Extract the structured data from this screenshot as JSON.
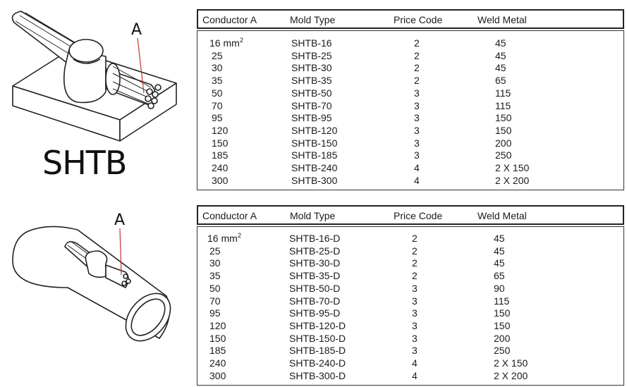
{
  "tables": [
    {
      "headers": {
        "conductor": "Conductor A",
        "mold": "Mold Type",
        "price": "Price Code",
        "weld": "Weld Metal"
      },
      "rows": [
        {
          "conductor": "16 mm",
          "sup": "2",
          "mold": "SHTB-16",
          "price": "2",
          "weld": "45"
        },
        {
          "conductor": "25",
          "mold": "SHTB-25",
          "price": "2",
          "weld": "45"
        },
        {
          "conductor": "30",
          "mold": "SHTB-30",
          "price": "2",
          "weld": "45"
        },
        {
          "conductor": "35",
          "mold": "SHTB-35",
          "price": "2",
          "weld": "65"
        },
        {
          "conductor": "50",
          "mold": "SHTB-50",
          "price": "3",
          "weld": "115"
        },
        {
          "conductor": "70",
          "mold": "SHTB-70",
          "price": "3",
          "weld": "115"
        },
        {
          "conductor": "95",
          "mold": "SHTB-95",
          "price": "3",
          "weld": "150"
        },
        {
          "conductor": "120",
          "mold": "SHTB-120",
          "price": "3",
          "weld": "150"
        },
        {
          "conductor": "150",
          "mold": "SHTB-150",
          "price": "3",
          "weld": "200"
        },
        {
          "conductor": "185",
          "mold": "SHTB-185",
          "price": "3",
          "weld": "250"
        },
        {
          "conductor": "240",
          "mold": "SHTB-240",
          "price": "4",
          "weld": "2 X 150"
        },
        {
          "conductor": "300",
          "mold": "SHTB-300",
          "price": "4",
          "weld": "2 X 200"
        }
      ]
    },
    {
      "headers": {
        "conductor": "Conductor A",
        "mold": "Mold Type",
        "price": "Price Code",
        "weld": "Weld Metal"
      },
      "rows": [
        {
          "conductor": "16 mm",
          "sup": "2",
          "mold": "SHTB-16-D",
          "price": "2",
          "weld": "45"
        },
        {
          "conductor": "25",
          "mold": "SHTB-25-D",
          "price": "2",
          "weld": "45"
        },
        {
          "conductor": "30",
          "mold": "SHTB-30-D",
          "price": "2",
          "weld": "45"
        },
        {
          "conductor": "35",
          "mold": "SHTB-35-D",
          "price": "2",
          "weld": "65"
        },
        {
          "conductor": "50",
          "mold": "SHTB-50-D",
          "price": "3",
          "weld": "90"
        },
        {
          "conductor": "70",
          "mold": "SHTB-70-D",
          "price": "3",
          "weld": "115"
        },
        {
          "conductor": "95",
          "mold": "SHTB-95-D",
          "price": "3",
          "weld": "150"
        },
        {
          "conductor": "120",
          "mold": "SHTB-120-D",
          "price": "3",
          "weld": "150"
        },
        {
          "conductor": "150",
          "mold": "SHTB-150-D",
          "price": "3",
          "weld": "200"
        },
        {
          "conductor": "185",
          "mold": "SHTB-185-D",
          "price": "3",
          "weld": "250"
        },
        {
          "conductor": "240",
          "mold": "SHTB-240-D",
          "price": "4",
          "weld": "2 X 150"
        },
        {
          "conductor": "300",
          "mold": "SHTB-300-D",
          "price": "4",
          "weld": "2 X 200"
        }
      ]
    }
  ],
  "labels": {
    "product": "SHTB",
    "callout_top": "A",
    "callout_bottom": "A"
  },
  "colors": {
    "callout_line": "#c0392b"
  }
}
